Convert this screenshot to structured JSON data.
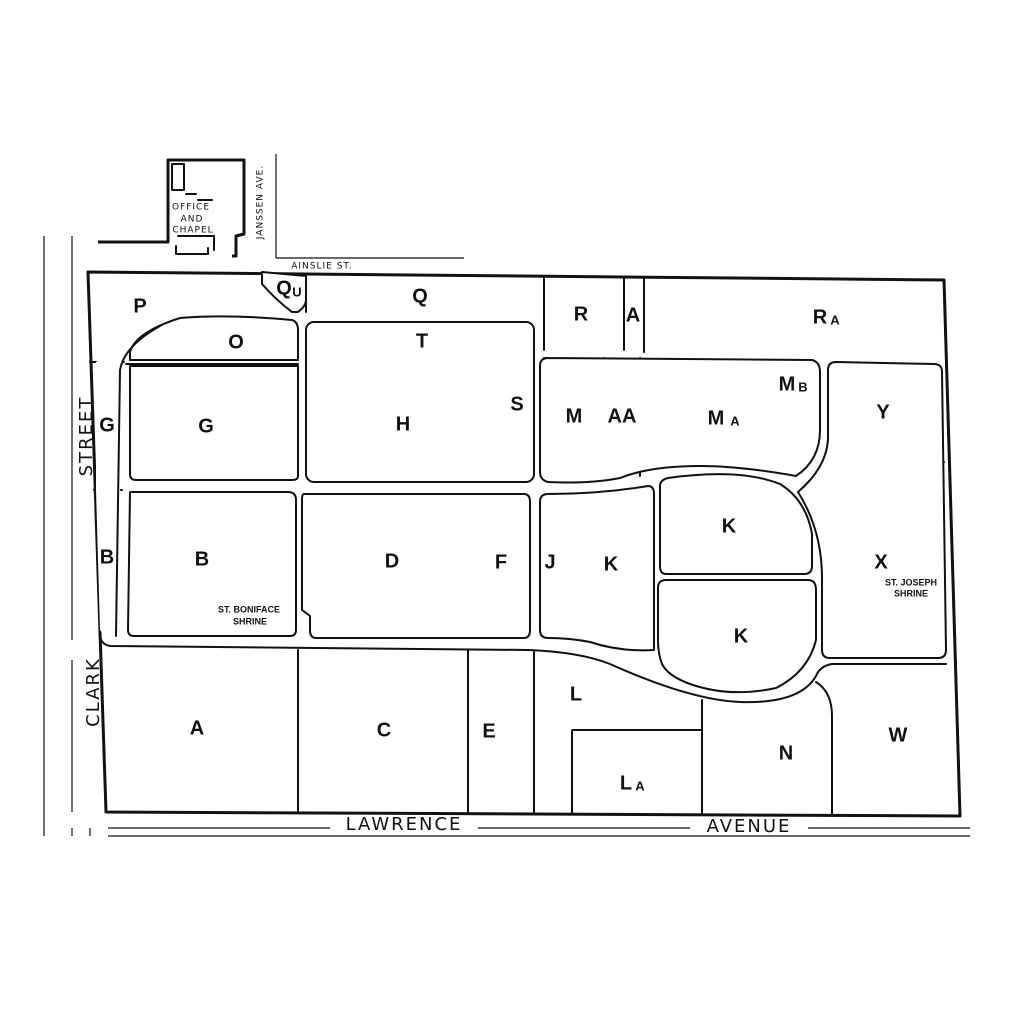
{
  "streets": {
    "lawrence": "LAWRENCE",
    "avenue": "AVENUE",
    "clark": "CLARK",
    "street": "STREET",
    "ainslie": "AINSLIE ST.",
    "janssen": "JANSSEN AVE."
  },
  "buildings": {
    "office_line1": "OFFICE",
    "office_line2": "AND",
    "office_line3": "CHAPEL"
  },
  "sections": {
    "P": "P",
    "QU_Q": "Q",
    "QU_U": "U",
    "Q": "Q",
    "R": "R",
    "A_top": "A",
    "RA_R": "R",
    "RA_A": "A",
    "O": "O",
    "T": "T",
    "G_side": "G",
    "G": "G",
    "H": "H",
    "S": "S",
    "M": "M",
    "AA": "AA",
    "MA_M": "M",
    "MA_A": "A",
    "MB_M": "M",
    "MB_B": "B",
    "Y": "Y",
    "B_side": "B",
    "B": "B",
    "D": "D",
    "F": "F",
    "J": "J",
    "K1": "K",
    "K2": "K",
    "K3": "K",
    "X": "X",
    "A": "A",
    "C": "C",
    "E": "E",
    "L": "L",
    "LA_L": "L",
    "LA_A": "A",
    "N": "N",
    "W": "W"
  },
  "shrines": {
    "boniface_line1": "ST. BONIFACE",
    "boniface_line2": "SHRINE",
    "joseph_line1": "ST. JOSEPH",
    "joseph_line2": "SHRINE"
  }
}
